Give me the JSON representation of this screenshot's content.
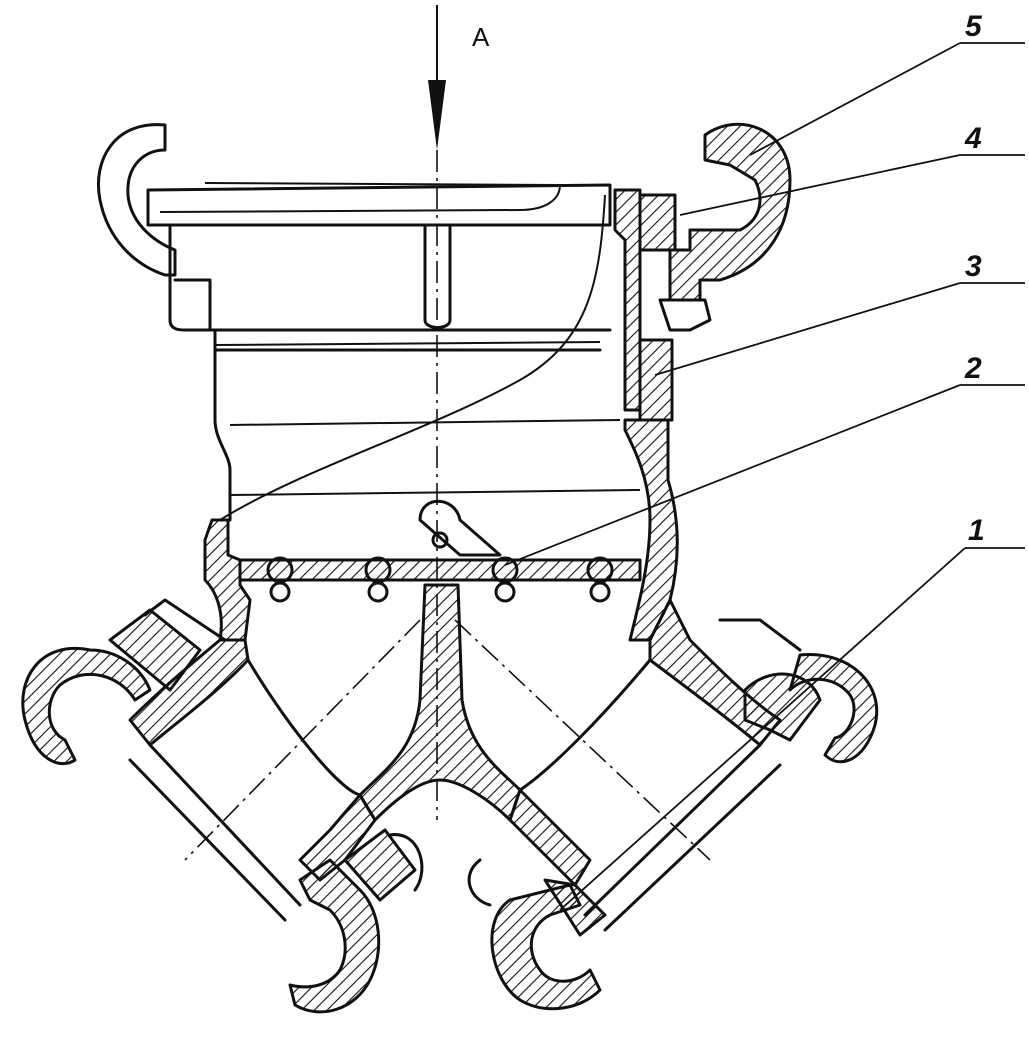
{
  "diagram": {
    "section_view_label": "A",
    "callouts": [
      {
        "id": "5",
        "label": "5"
      },
      {
        "id": "4",
        "label": "4"
      },
      {
        "id": "3",
        "label": "3"
      },
      {
        "id": "2",
        "label": "2"
      },
      {
        "id": "1",
        "label": "1"
      }
    ]
  }
}
